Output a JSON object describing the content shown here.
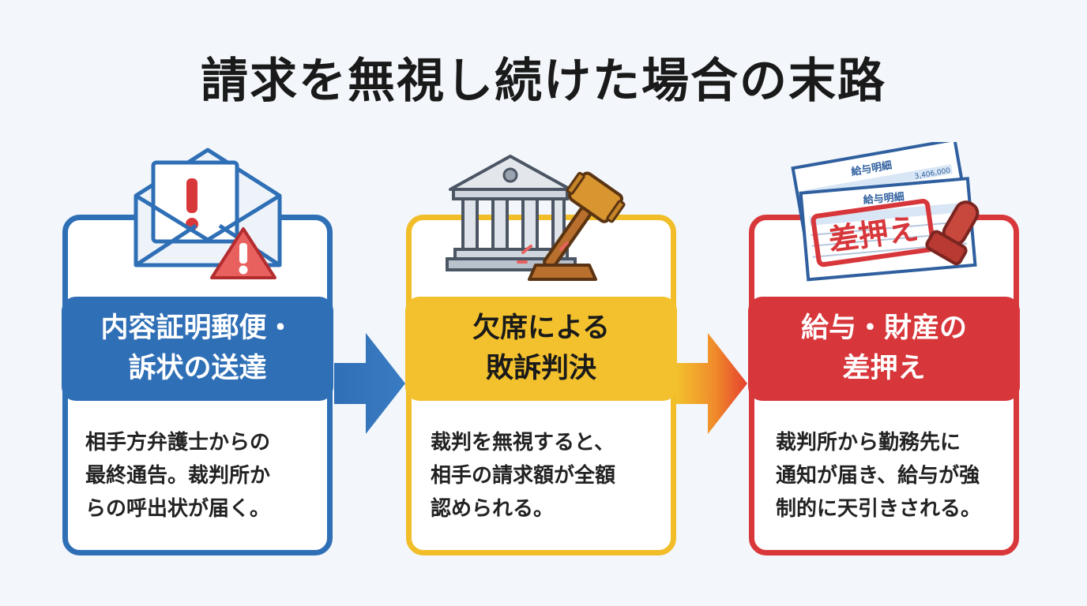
{
  "title": "請求を無視し続けた場合の末路",
  "steps": [
    {
      "heading_line1": "内容証明郵便・",
      "heading_line2": "訴状の送達",
      "desc_line1": "相手方弁護士からの",
      "desc_line2": "最終通告。裁判所か",
      "desc_line3": "らの呼出状が届く。",
      "icon": "envelope-warning-icon"
    },
    {
      "heading_line1": "欠席による",
      "heading_line2": "敗訴判決",
      "desc_line1": "裁判を無視すると、",
      "desc_line2": "相手の請求額が全額",
      "desc_line3": "認められる。",
      "icon": "courthouse-gavel-icon"
    },
    {
      "heading_line1": "給与・財産の",
      "heading_line2": "差押え",
      "desc_line1": "裁判所から勤務先に",
      "desc_line2": "通知が届き、給与が強",
      "desc_line3": "制的に天引きされる。",
      "icon": "payslip-seizure-stamp-icon",
      "stamp_text": "差押え",
      "doc_title_front": "給与明細",
      "doc_title_back": "給与明細",
      "doc_amount": "3,406,000"
    }
  ],
  "colors": {
    "blue": "#2f6fb6",
    "yellow": "#f3c12d",
    "red": "#d7363a"
  }
}
